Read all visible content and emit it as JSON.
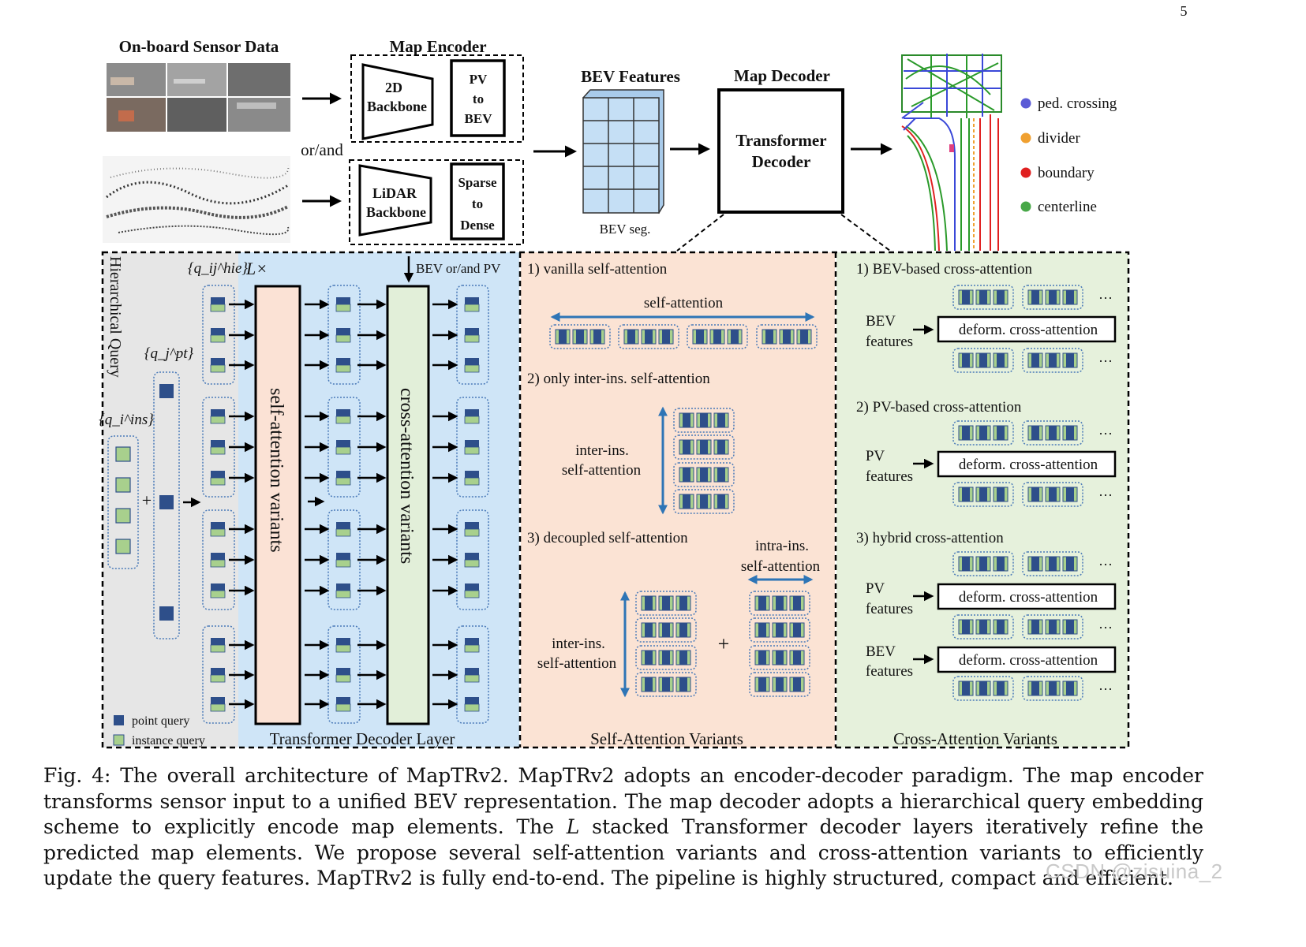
{
  "page_number": "5",
  "top": {
    "sensor_title": "On-board Sensor Data",
    "or_and": "or/and",
    "encoder_title": "Map Encoder",
    "backbone_2d": [
      "2D",
      "Backbone"
    ],
    "pv_to_bev": [
      "PV",
      "to",
      "BEV"
    ],
    "lidar_backbone": [
      "LiDAR",
      "Backbone"
    ],
    "sparse_to_dense": [
      "Sparse",
      "to",
      "Dense"
    ],
    "bev_title": "BEV Features",
    "bev_seg": "BEV seg.",
    "decoder_title": "Map Decoder",
    "transformer_decoder": [
      "Transformer",
      "Decoder"
    ],
    "legend": [
      {
        "label": "ped. crossing",
        "color": "#5b5bd6"
      },
      {
        "label": "divider",
        "color": "#f0a030"
      },
      {
        "label": "boundary",
        "color": "#e02020"
      },
      {
        "label": "centerline",
        "color": "#48a848"
      }
    ]
  },
  "decoder_layer": {
    "side_label": "Hierarchical Query",
    "q_ins": "{q_i^ins}",
    "q_pt": "{q_j^pt}",
    "q_hie": "{q_ij^hie}",
    "plus": "+",
    "repeat": "L×",
    "self_attn_block": "self-attention variants",
    "cross_attn_block": "cross-attention variants",
    "bev_pv_input": "BEV or/and PV",
    "legend_point": "point query",
    "legend_instance": "instance query",
    "title": "Transformer Decoder Layer"
  },
  "self_attention": {
    "v1": "1) vanilla self-attention",
    "v1_arrow": "self-attention",
    "v2": "2) only inter-ins. self-attention",
    "v2_arrow": [
      "inter-ins.",
      "self-attention"
    ],
    "v3": "3) decoupled self-attention",
    "v3_left": [
      "inter-ins.",
      "self-attention"
    ],
    "v3_right": [
      "intra-ins.",
      "self-attention"
    ],
    "plus": "+",
    "title": "Self-Attention Variants"
  },
  "cross_attention": {
    "v1": "1) BEV-based cross-attention",
    "v2": "2) PV-based cross-attention",
    "v3": "3) hybrid cross-attention",
    "bev_features": [
      "BEV",
      "features"
    ],
    "pv_features": [
      "PV",
      "features"
    ],
    "deform": "deform. cross-attention",
    "ellipsis": "···",
    "title": "Cross-Attention Variants"
  },
  "caption": {
    "part1": "Fig. 4: The overall architecture of MapTRv2. MapTRv2 adopts an encoder-decoder paradigm. The map encoder transforms sensor input to a unified BEV representation. The map decoder adopts a hierarchical query embedding scheme to explicitly encode map elements. The ",
    "italic": "L",
    "part2": " stacked Transformer decoder layers iteratively refine the predicted map elements. We propose several self-attention variants and cross-attention variants to efficiently update the query features. MapTRv2 is fully end-to-end. The pipeline is highly structured, compact and efficient."
  },
  "watermark": "CSDN @zisuina_2",
  "colors": {
    "gray_panel": "#e6e6e6",
    "blue_panel": "#cfe5f7",
    "salmon_panel": "#fbe3d4",
    "green_panel": "#e6f1dc",
    "point_query": "#2e4f8a",
    "instance_query": "#a8d08d",
    "self_attn_block": "#fbe2d5",
    "cross_attn_block": "#e2efd9",
    "arrow_blue": "#2e75b6"
  }
}
